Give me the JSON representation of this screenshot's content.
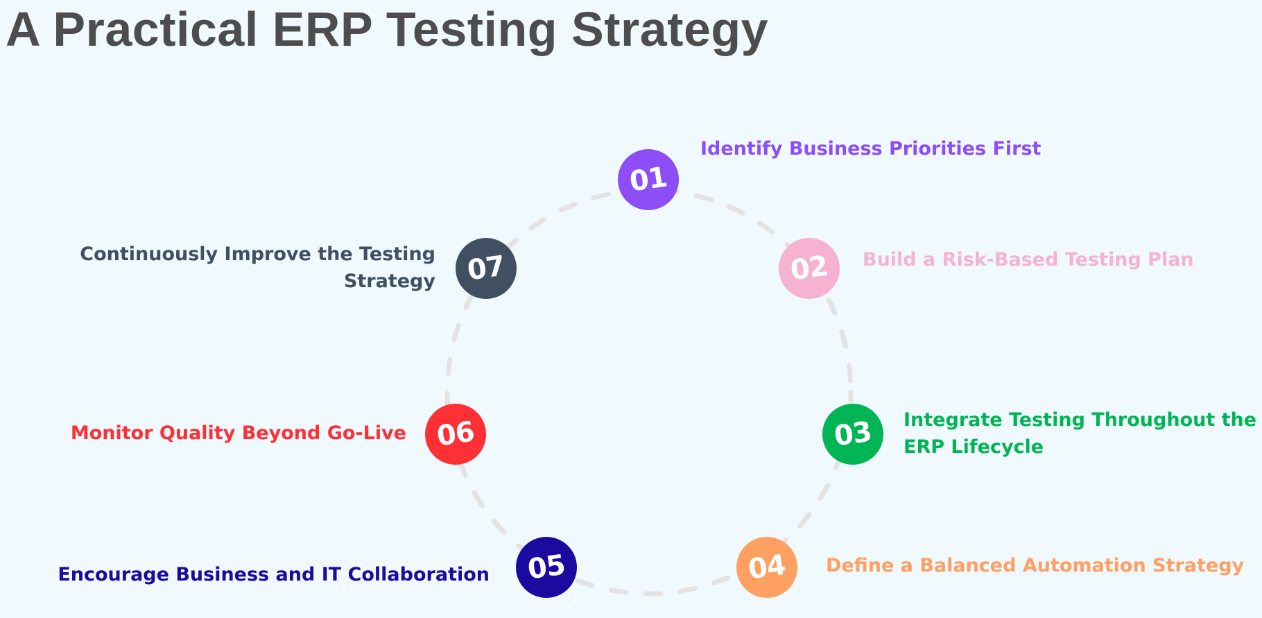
{
  "title": "A Practical ERP Testing Strategy",
  "steps": [
    {
      "number": "01",
      "label": "Identify Business Priorities First",
      "color": "#8d4ef8"
    },
    {
      "number": "02",
      "label": "Build a Risk-Based Testing Plan",
      "color": "#f5b3d1"
    },
    {
      "number": "03",
      "label": "Integrate Testing Throughout the ERP Lifecycle",
      "color": "#02b554"
    },
    {
      "number": "04",
      "label": "Define a Balanced Automation Strategy",
      "color": "#fea062"
    },
    {
      "number": "05",
      "label": "Encourage Business and IT Collaboration",
      "color": "#1a0a9f"
    },
    {
      "number": "06",
      "label": "Monitor Quality Beyond Go-Live",
      "color": "#fc3035"
    },
    {
      "number": "07",
      "label": "Continuously Improve the Testing Strategy",
      "color": "#414f62"
    }
  ],
  "ring_color": "#e3e3e3"
}
